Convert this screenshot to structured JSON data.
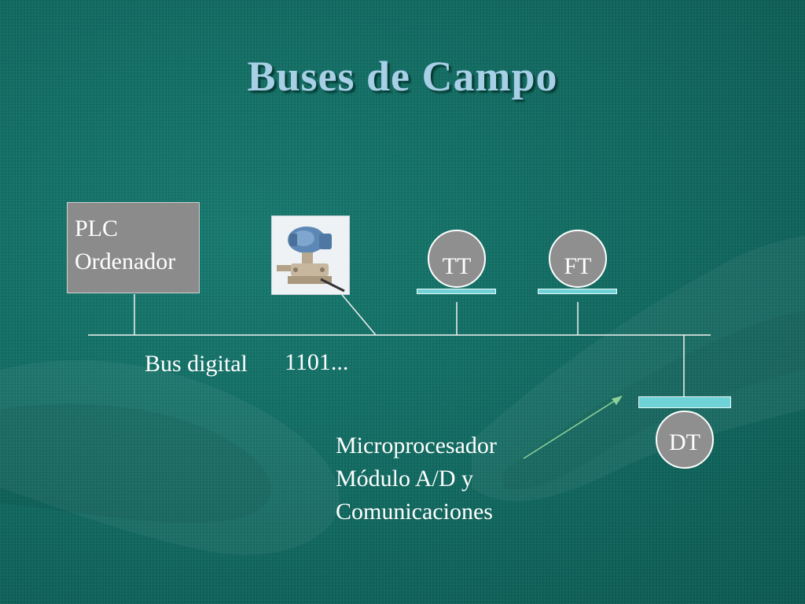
{
  "slide": {
    "title": "Buses de Campo"
  },
  "plc": {
    "line1": "PLC",
    "line2": "Ordenador"
  },
  "instruments": {
    "tt": "TT",
    "ft": "FT",
    "dt": "DT"
  },
  "bus": {
    "label": "Bus digital",
    "code": "1101..."
  },
  "annotation": {
    "line1": "Microprocesador",
    "line2": "Módulo A/D y",
    "line3": "Comunicaciones"
  },
  "colors": {
    "background": "#0f675e",
    "title": "#a7cfe6",
    "instrument_fill": "#8f8f8f",
    "instrument_base": "#6fd2d6",
    "pointer_arrow": "#8bd19a"
  },
  "icons": {
    "sensor": "pressure-transmitter-photo"
  }
}
